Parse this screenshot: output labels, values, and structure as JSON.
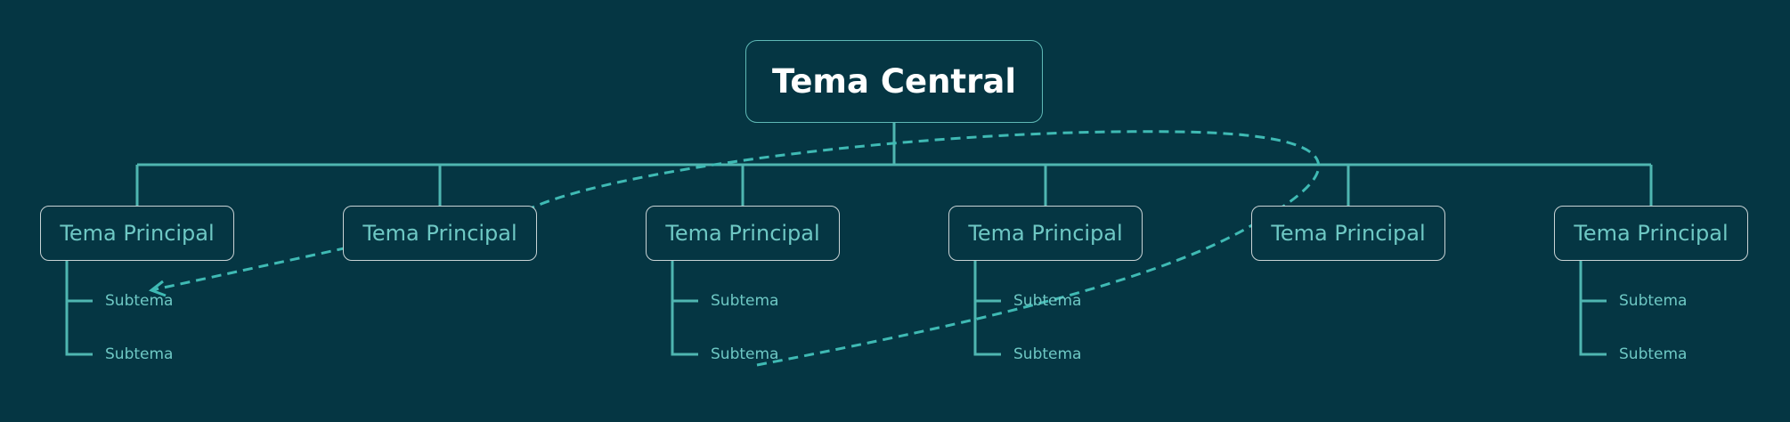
{
  "colors": {
    "background": "#053643",
    "connector": "#4fb6b1",
    "central_border": "#5fb9b6",
    "main_border": "#c9d3d5",
    "central_text": "#ffffff",
    "topic_text": "#6ec8c4"
  },
  "central": {
    "label": "Tema Central"
  },
  "main_topics": [
    {
      "label": "Tema Principal",
      "subtopics": [
        "Subtema",
        "Subtema"
      ]
    },
    {
      "label": "Tema Principal",
      "subtopics": []
    },
    {
      "label": "Tema Principal",
      "subtopics": [
        "Subtema",
        "Subtema"
      ]
    },
    {
      "label": "Tema Principal",
      "subtopics": [
        "Subtema",
        "Subtema"
      ]
    },
    {
      "label": "Tema Principal",
      "subtopics": []
    },
    {
      "label": "Tema Principal",
      "subtopics": [
        "Subtema",
        "Subtema"
      ]
    }
  ],
  "relationship": {
    "style": "dashed",
    "from": "Tema Principal 5",
    "to": "Subtema 1.1",
    "arrow": "end"
  }
}
